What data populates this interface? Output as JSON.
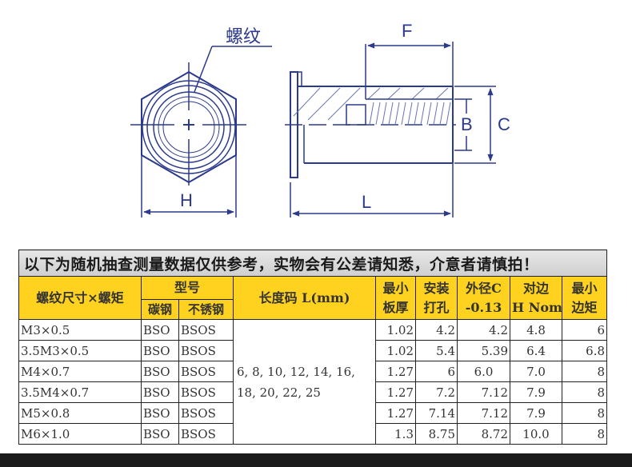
{
  "diagram": {
    "thread_label": "螺纹",
    "dims": {
      "H": "H",
      "F": "F",
      "B": "B",
      "C": "C",
      "L": "L"
    },
    "line_color": "#2b3a8c"
  },
  "table": {
    "title": "以下为随机抽查测量数据仅供参考，实物会有公差请知悉，介意者请慎拍！",
    "headers": {
      "thread_size": "螺纹尺寸×螺矩",
      "model": "型号",
      "model_carbon": "碳钢",
      "model_stainless": "不锈钢",
      "length_code": "长度码 L(mm)",
      "min_plate_1": "最小",
      "min_plate_2": "板厚",
      "install_1": "安装",
      "install_2": "打孔",
      "outer_1": "外径C",
      "outer_2": "-0.13",
      "across_1": "对边",
      "across_2": "H Nom",
      "min_edge_1": "最小",
      "min_edge_2": "边矩"
    },
    "length_codes": "6, 8, 10, 12, 14, 16, 18, 20, 22, 25",
    "rows": [
      {
        "size": "M3×0.5",
        "carbon": "BSO",
        "stainless": "BSOS",
        "min_plate": "1.02",
        "hole": "4.2",
        "outer": "4.2",
        "across": "4.8",
        "min_edge": "6"
      },
      {
        "size": "3.5M3×0.5",
        "carbon": "BSO",
        "stainless": "BSOS",
        "min_plate": "1.02",
        "hole": "5.4",
        "outer": "5.39",
        "across": "6.4",
        "min_edge": "6.8"
      },
      {
        "size": "M4×0.7",
        "carbon": "BSO",
        "stainless": "BSOS",
        "min_plate": "1.27",
        "hole": "6",
        "outer": "6.0",
        "across": "7.0",
        "min_edge": "8"
      },
      {
        "size": "3.5M4×0.7",
        "carbon": "BSO",
        "stainless": "BSOS",
        "min_plate": "1.27",
        "hole": "7.2",
        "outer": "7.12",
        "across": "7.9",
        "min_edge": "8"
      },
      {
        "size": "M5×0.8",
        "carbon": "BSO",
        "stainless": "BSOS",
        "min_plate": "1.27",
        "hole": "7.14",
        "outer": "7.12",
        "across": "7.9",
        "min_edge": "8"
      },
      {
        "size": "M6×1.0",
        "carbon": "BSO",
        "stainless": "BSOS",
        "min_plate": "1.3",
        "hole": "8.75",
        "outer": "8.72",
        "across": "10.0",
        "min_edge": "8"
      }
    ]
  },
  "colors": {
    "header_bg": "#ffd21f",
    "title_bg": "#d9d9d9",
    "bottom_bar": "#1b1b1b"
  }
}
